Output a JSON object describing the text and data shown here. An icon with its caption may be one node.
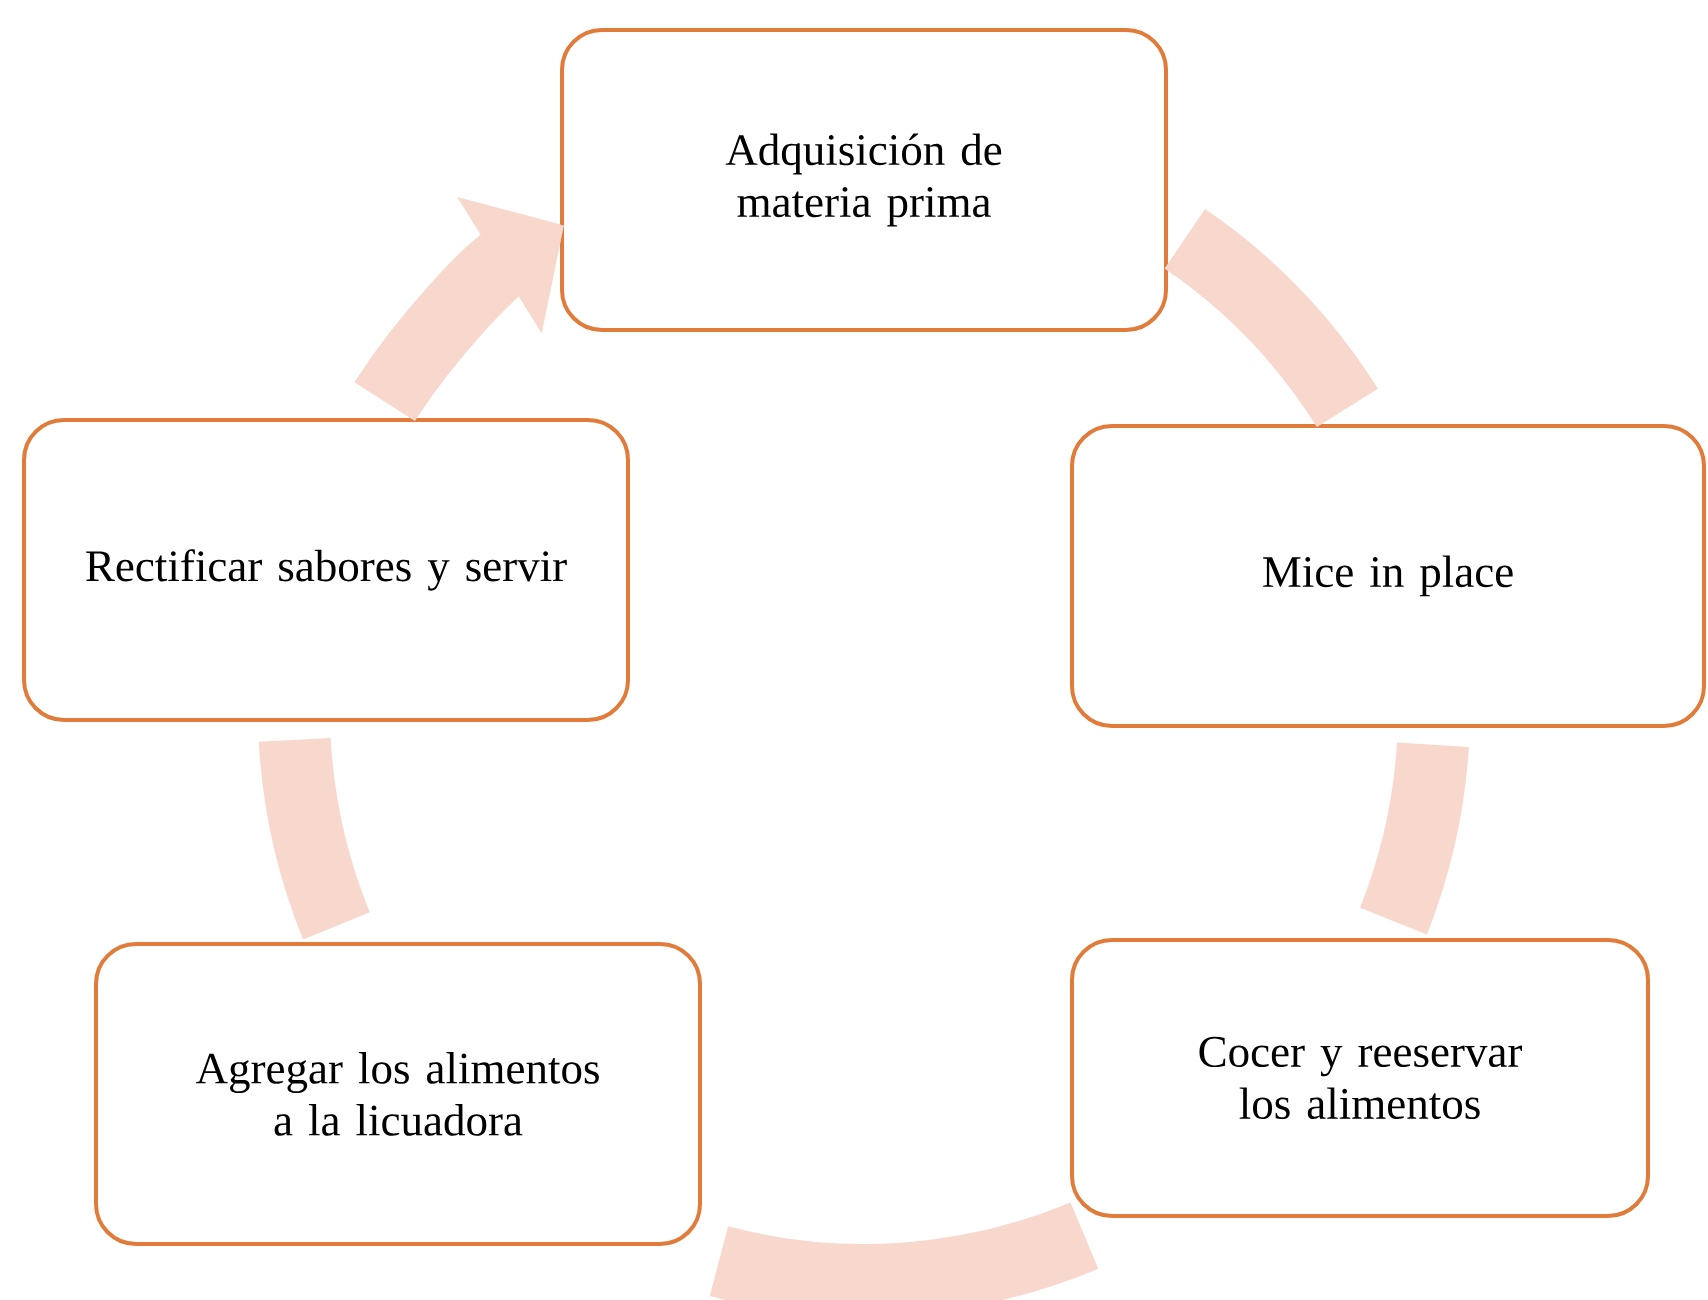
{
  "diagram": {
    "nodes": [
      {
        "text": [
          "Adquisición de materia prima"
        ]
      },
      {
        "text": [
          "Mice in place"
        ]
      },
      {
        "text": [
          "Cocer y reeservar los alimentos"
        ]
      },
      {
        "text": [
          "Agregar los alimentos a la licuadora"
        ]
      },
      {
        "text": [
          "Rectificar sabores y servir"
        ]
      }
    ],
    "edges": [
      {
        "from": 0,
        "to": 1,
        "arrow": "none"
      },
      {
        "from": 1,
        "to": 2,
        "arrow": "none"
      },
      {
        "from": 2,
        "to": 3,
        "arrow": "none"
      },
      {
        "from": 3,
        "to": 4,
        "arrow": "none"
      },
      {
        "from": 4,
        "to": 0,
        "arrow": "to"
      }
    ]
  }
}
